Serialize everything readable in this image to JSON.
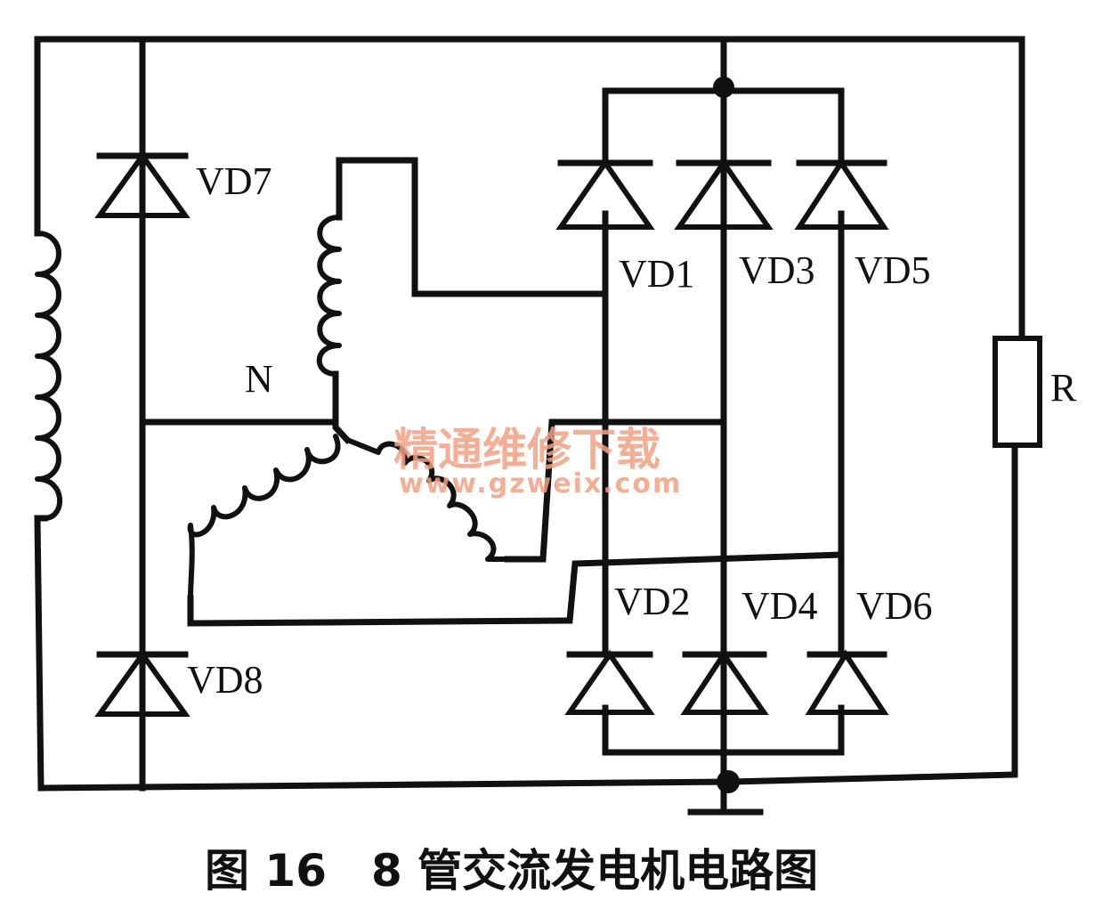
{
  "diagram": {
    "labels": {
      "vd1": "VD1",
      "vd2": "VD2",
      "vd3": "VD3",
      "vd4": "VD4",
      "vd5": "VD5",
      "vd6": "VD6",
      "vd7": "VD7",
      "vd8": "VD8",
      "neutral": "N",
      "resistor": "R"
    },
    "watermark": {
      "line1": "精通维修下载",
      "line2": "www.gzweix.com"
    },
    "caption": "图 16　8 管交流发电机电路图"
  }
}
